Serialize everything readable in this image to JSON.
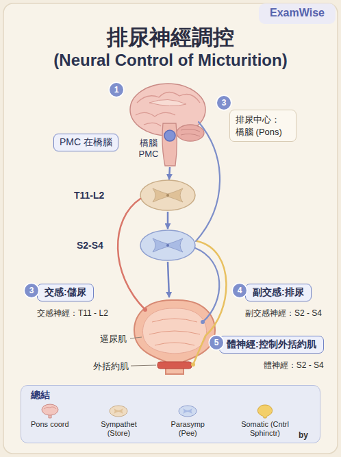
{
  "diagram": {
    "title": "排尿神經調控",
    "nodes": [
      {
        "text": [
          "PMC 在橋腦"
        ]
      },
      {
        "text": [
          "排尿中心： 橋腦 (Pons)"
        ]
      },
      {
        "text": [
          "交感:儲尿",
          "交感神經：T11 - L2"
        ]
      },
      {
        "text": [
          "副交感:排尿",
          "副交感神經：S2 - S4"
        ]
      },
      {
        "text": [
          "體神經:控制外括約肌",
          "體神經：S2 - S4"
        ]
      },
      {
        "text": [
          "總結"
        ]
      },
      {
        "text": [
          "Pons coord"
        ],
        "in": 5
      },
      {
        "text": [
          "Sympathet (Store)"
        ],
        "in": 5
      },
      {
        "text": [
          "Parasymp (Pee)"
        ],
        "in": 5
      },
      {
        "text": [
          "Somatic (Cntrl Sphinctr)"
        ],
        "in": 5
      }
    ],
    "edges": [
      {
        "from": 6,
        "to": 7,
        "arrow": "to"
      },
      {
        "from": 7,
        "to": 8,
        "arrow": "to"
      },
      {
        "from": 8,
        "to": 9,
        "arrow": "to"
      }
    ],
    "labels": [
      "ExamWise",
      "(Neural Control of Micturition)",
      "1",
      "3",
      "橋腦 PMC",
      "T11-L2",
      "S2-S4",
      "3",
      "4",
      "5",
      "逼尿肌",
      "外括約肌",
      "by"
    ]
  }
}
